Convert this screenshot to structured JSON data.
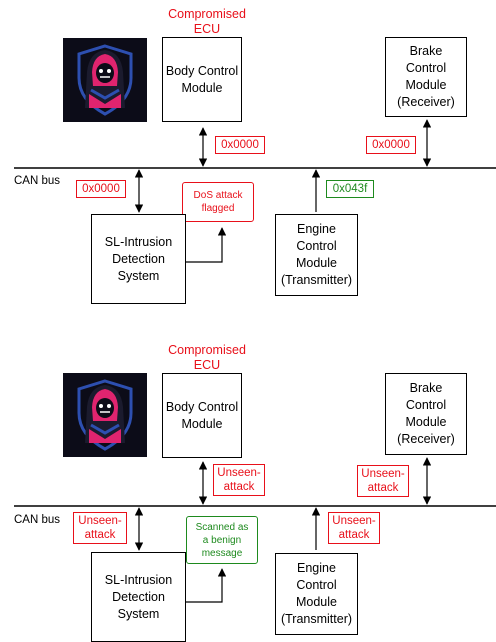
{
  "colors": {
    "attack_red": "#e8101a",
    "benign_green": "#1e8a1e",
    "line": "#000000",
    "hacker_bg": "#0c0c18",
    "hacker_magenta": "#e0246f",
    "hacker_blue": "#2d4fb0"
  },
  "icons": {
    "attacker": "hooded-hacker-icon"
  },
  "top": {
    "compromised_label": "Compromised\nECU",
    "bcm": "Body Control\nModule",
    "brake": "Brake\nControl\nModule\n(Receiver)",
    "bus_label": "CAN bus",
    "bcm_msg": "0x0000",
    "brake_msg": "0x0000",
    "ids_msg": "0x0000",
    "ecm_msg": "0x043f",
    "ids": "SL-Intrusion\nDetection\nSystem",
    "ecm": "Engine\nControl\nModule\n(Transmitter)",
    "ids_note": "DoS attack\nflagged"
  },
  "bottom": {
    "compromised_label": "Compromised\nECU",
    "bcm": "Body Control\nModule",
    "brake": "Brake\nControl\nModule\n(Receiver)",
    "bus_label": "CAN bus",
    "bcm_msg": "Unseen-\nattack",
    "brake_msg": "Unseen-\nattack",
    "ids_msg": "Unseen-\nattack",
    "ecm_msg": "Unseen-\nattack",
    "ids": "SL-Intrusion\nDetection\nSystem",
    "ecm": "Engine\nControl\nModule\n(Transmitter)",
    "ids_note": "Scanned as\na benign\nmessage"
  }
}
